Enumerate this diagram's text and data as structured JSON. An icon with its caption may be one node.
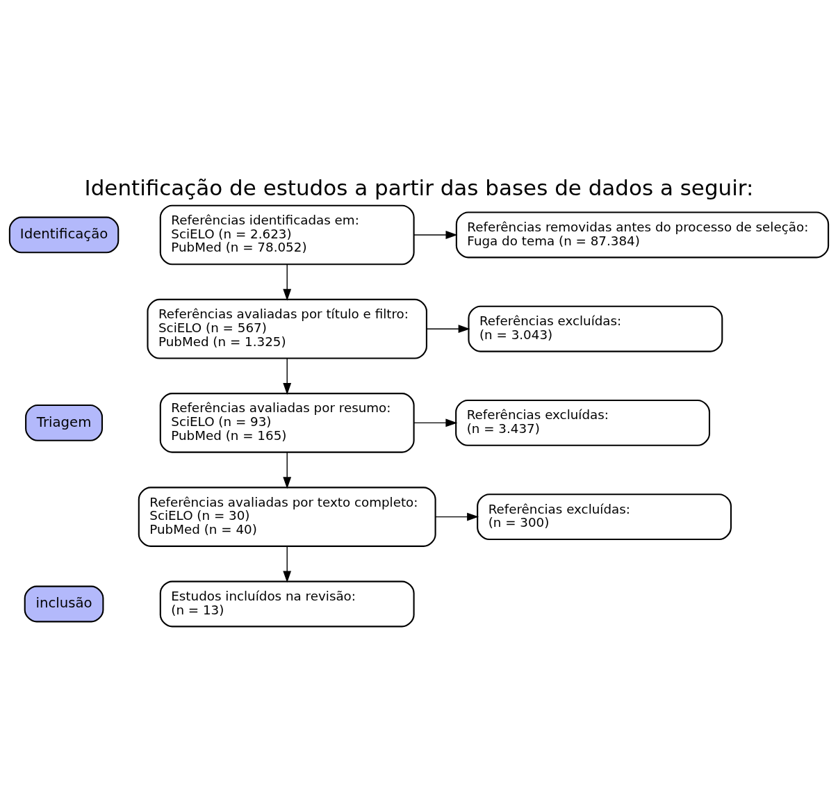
{
  "diagram": {
    "title": "Identificação de estudos a partir das bases de dados a seguir:",
    "nodes": [
      {
        "text": [
          "Identificação"
        ]
      },
      {
        "text": [
          "Referências identificadas em:",
          "SciELO (n = 2.623)",
          "PubMed (n = 78.052)"
        ]
      },
      {
        "text": [
          "Referências removidas antes do processo de seleção:",
          "Fuga do tema (n = 87.384)"
        ]
      },
      {
        "text": [
          "Triagem"
        ]
      },
      {
        "text": [
          "Referências avaliadas por título e filtro:",
          "SciELO (n = 567)",
          "PubMed (n = 1.325)"
        ]
      },
      {
        "text": [
          "Referências excluídas:",
          "(n = 3.043)"
        ]
      },
      {
        "text": [
          "Referências avaliadas por resumo:",
          "SciELO (n = 93)",
          "PubMed (n = 165)"
        ]
      },
      {
        "text": [
          "Referências excluídas:",
          "(n = 3.437)"
        ]
      },
      {
        "text": [
          "Referências avaliadas por texto completo:",
          "SciELO (n = 30)",
          "PubMed (n = 40)"
        ]
      },
      {
        "text": [
          "Referências excluídas:",
          "(n = 300)"
        ]
      },
      {
        "text": [
          "inclusão"
        ]
      },
      {
        "text": [
          "Estudos incluídos na revisão:",
          "(n = 13)"
        ]
      }
    ],
    "edges": [
      {
        "from": 1,
        "to": 2,
        "arrow": "to"
      },
      {
        "from": 1,
        "to": 4,
        "arrow": "to"
      },
      {
        "from": 4,
        "to": 5,
        "arrow": "to"
      },
      {
        "from": 4,
        "to": 6,
        "arrow": "to"
      },
      {
        "from": 6,
        "to": 7,
        "arrow": "to"
      },
      {
        "from": 6,
        "to": 8,
        "arrow": "to"
      },
      {
        "from": 8,
        "to": 9,
        "arrow": "to"
      },
      {
        "from": 8,
        "to": 11,
        "arrow": "to"
      }
    ]
  }
}
